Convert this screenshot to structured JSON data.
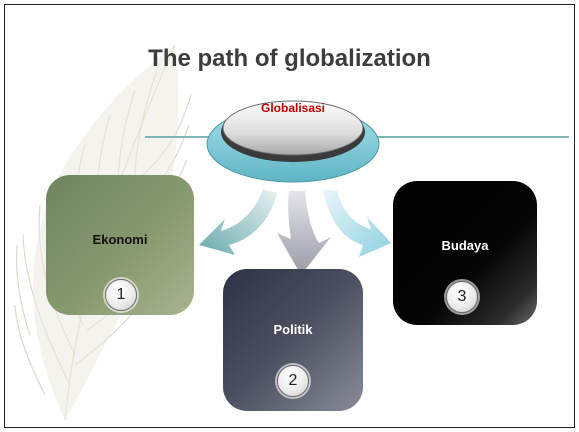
{
  "title": "The path of globalization",
  "hub": {
    "label": "Globalisasi"
  },
  "nodes": [
    {
      "label": "Ekonomi",
      "number": "1"
    },
    {
      "label": "Politik",
      "number": "2"
    },
    {
      "label": "Budaya",
      "number": "3"
    }
  ],
  "colors": {
    "title_text": "#3d3d3d",
    "hub_label": "#c00000",
    "accent_line": "#7fb7b9",
    "ekonomi_box": "#87996f",
    "politik_box": "#4c5060",
    "budaya_box": "#000000"
  }
}
